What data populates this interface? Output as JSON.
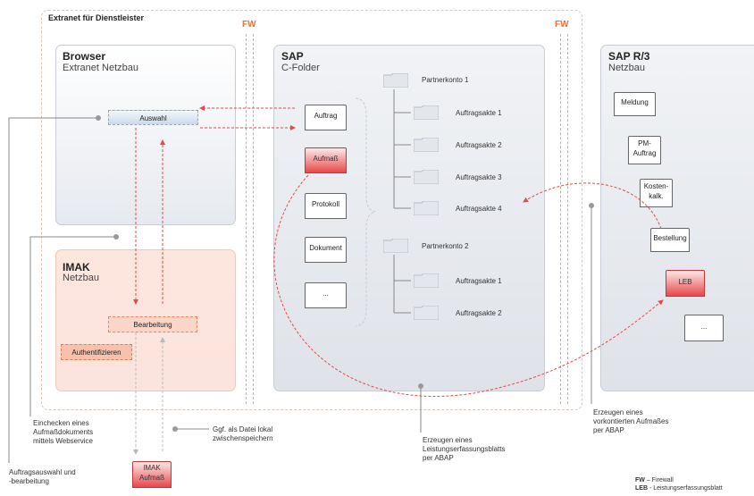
{
  "extranet_label": "Extranet für Dienstleister",
  "fw_left": "FW",
  "fw_right": "FW",
  "browser": {
    "title": "Browser",
    "subtitle": "Extranet Netzbau",
    "auswahl": "Auswahl"
  },
  "imak": {
    "title": "IMAK",
    "subtitle": "Netzbau",
    "bearbeitung": "Bearbeitung",
    "authentifizieren": "Authentifizieren"
  },
  "sap": {
    "title": "SAP",
    "subtitle": "C-Folder",
    "docs": [
      "Auftrag",
      "Aufmaß",
      "Protokoll",
      "Dokument",
      "..."
    ],
    "partner1": "Partnerkonto 1",
    "partner1_items": [
      "Auftragsakte 1",
      "Auftragsakte 2",
      "Auftragsakte 3",
      "Auftragsakte 4"
    ],
    "partner2": "Partnerkonto 2",
    "partner2_items": [
      "Auftragsakte 1",
      "Auftragsakte 2"
    ]
  },
  "r3": {
    "title": "SAP R/3",
    "subtitle": "Netzbau",
    "docs": [
      "Meldung",
      "PM-\nAuftrag",
      "Kosten-\nkalk.",
      "Bestellung",
      "LEB",
      "..."
    ]
  },
  "notes": {
    "einchecken": "Einchecken eines\nAufmaßdokuments\nmittels Webservice",
    "ggf": "Ggf. als Datei lokal\nzwischenspeichern",
    "erzeugen_leb": "Erzeugen eines\nLeistungserfassungsblatts\nper ABAP",
    "erzeugen_aufmass": "Erzeugen eines\nvorkontierten Aufmaßes\nper ABAP",
    "auftragsauswahl": "Auftragsauswahl und\n-bearbeitung",
    "imak_aufmass": "IMAK\nAufmaß"
  },
  "legend": {
    "fw_key": "FW",
    "fw_text": " – Firewall",
    "leb_key": "LEB",
    "leb_text": " - Leistungserfassungsblatt"
  }
}
